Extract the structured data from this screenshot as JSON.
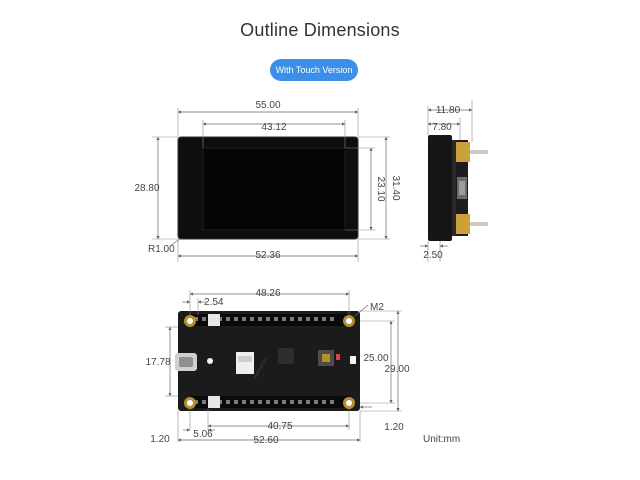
{
  "title": "Outline Dimensions",
  "badge": "With Touch Version",
  "front": {
    "width_outer": "55.00",
    "width_screen": "43.12",
    "height_outer": "28.80",
    "height_screen": "23.10",
    "height_total": "31.40",
    "bottom_width": "52.36",
    "corner_radius": "R1.00"
  },
  "side": {
    "depth_total": "11.80",
    "depth_module": "7.80",
    "pcb_offset": "2.50"
  },
  "board": {
    "width_top": "48.26",
    "pin_pitch": "2.54",
    "hole_label": "M2",
    "height_left": "17.78",
    "height_inner": "25.00",
    "height_outer": "29.00",
    "gap_right": "1.20",
    "gap_left": "1.20",
    "offset_left": "5.06",
    "width_inner": "40.75",
    "width_bottom": "52.60"
  },
  "unit": "Unit:mm",
  "colors": {
    "accent": "#3b8fe8",
    "pcb": "#1b1b1b",
    "gold": "#c9a23a"
  }
}
